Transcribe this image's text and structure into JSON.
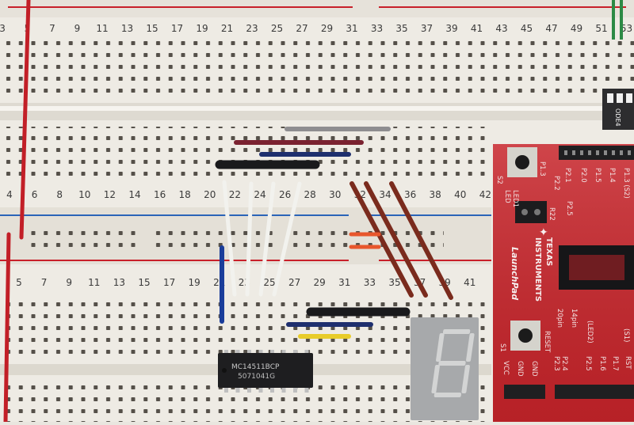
{
  "breadboard": {
    "top_row_numbers": [
      "3",
      "5",
      "7",
      "9",
      "11",
      "13",
      "15",
      "17",
      "19",
      "21",
      "23",
      "25",
      "27",
      "29",
      "31",
      "33",
      "35",
      "37",
      "39",
      "41",
      "43",
      "45",
      "47",
      "49",
      "51",
      "53"
    ],
    "mid_row_numbers": [
      "4",
      "6",
      "8",
      "10",
      "12",
      "14",
      "16",
      "18",
      "20",
      "22",
      "24",
      "26",
      "28",
      "30",
      "32",
      "34",
      "36",
      "38",
      "40",
      "42"
    ],
    "lower_row_numbers": [
      "5",
      "7",
      "9",
      "11",
      "13",
      "15",
      "17",
      "19",
      "21",
      "23",
      "25",
      "27",
      "29",
      "31",
      "33",
      "35",
      "37",
      "39",
      "41"
    ]
  },
  "dip_switch": {
    "label": "ODE4"
  },
  "ic_chip": {
    "line1": "MC14511BCP",
    "line2": "5071041G"
  },
  "launchpad": {
    "brand_line1": "TEXAS",
    "brand_line2": "INSTRUMENTS",
    "brand_line3": "LaunchPad",
    "labels": {
      "p13": "P1.3",
      "p22": "P2.2",
      "s2": "S2",
      "led_c": "LED",
      "led1": "LED1",
      "p21": "P2.1",
      "p20": "P2.0",
      "p15": "P1.5",
      "p14": "P1.4",
      "p13s2": "P1.3 (S2)",
      "p25": "P2.5",
      "r22": "R22",
      "pin20": "20pin",
      "pin14": "14pin",
      "led2": "(LED2)",
      "s1": "(S1)",
      "rst": "RST",
      "reset": "RESET",
      "s1b": "S1",
      "p24": "P2.4",
      "p23": "P2.3",
      "p16": "P1.6",
      "p17": "P1.7",
      "vcc": "VCC",
      "gnd": "GND"
    }
  },
  "colors": {
    "board": "#eeebe4",
    "rail_red": "#c8202a",
    "rail_blue": "#2a64b8",
    "pcb_red": "#c7242a",
    "display_gray": "#a7a9ab"
  }
}
